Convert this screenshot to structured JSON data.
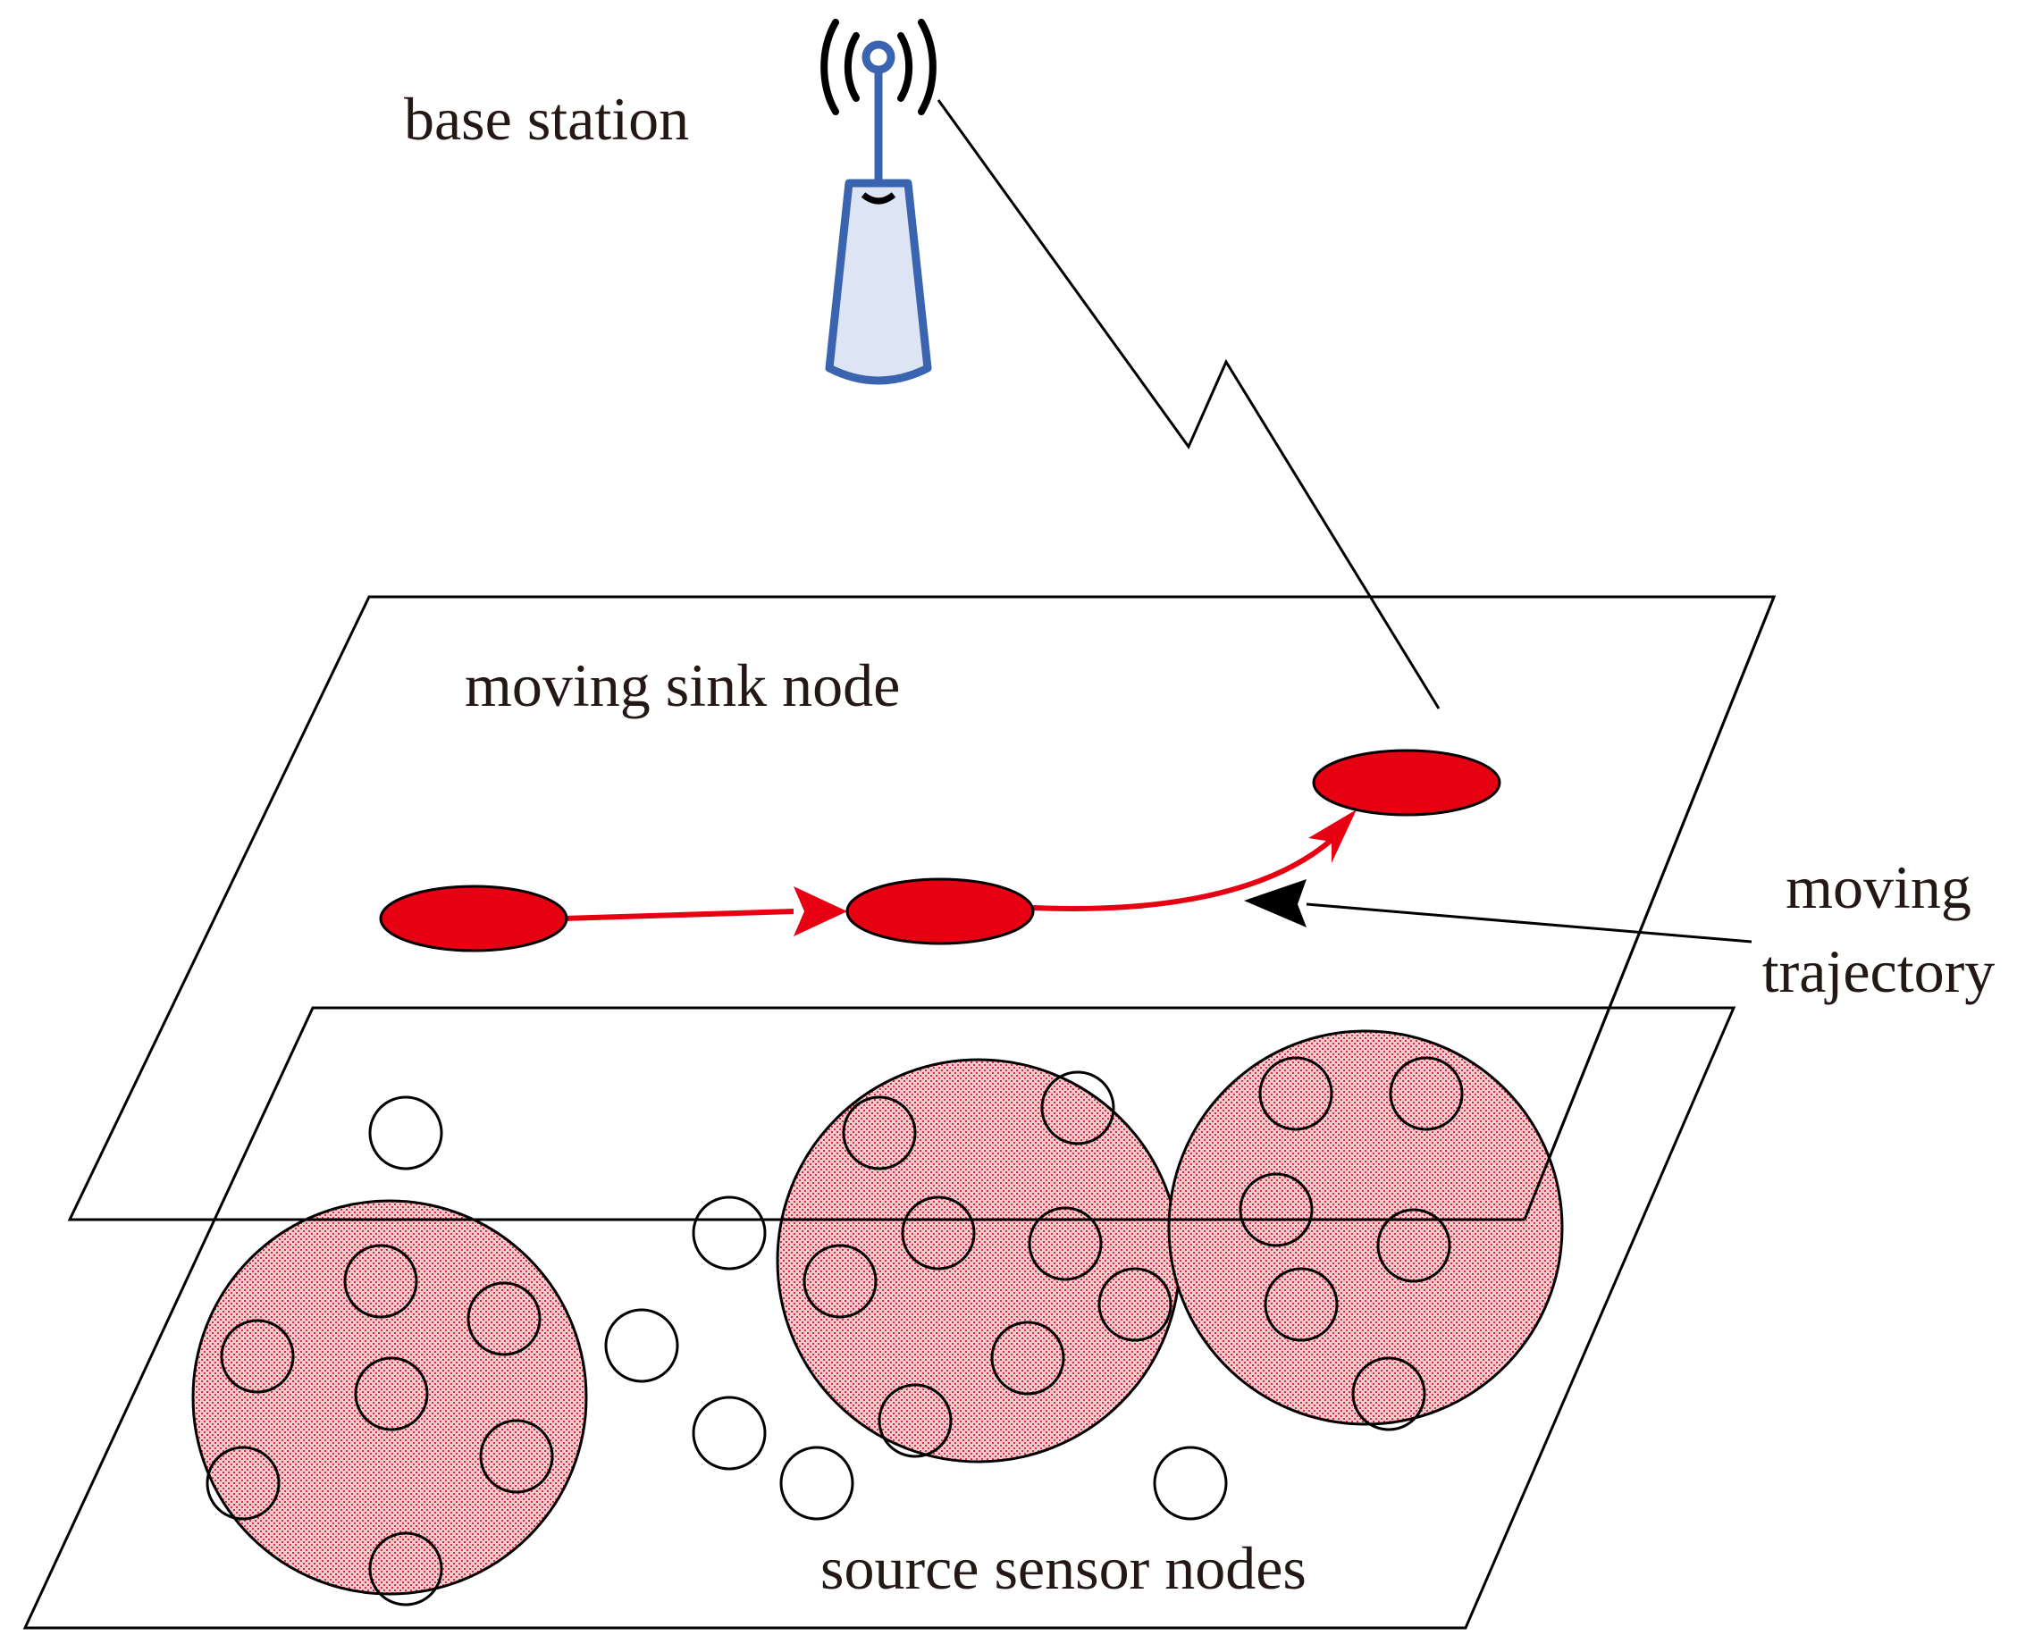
{
  "labels": {
    "base_station": "base station",
    "moving_sink_node": "moving sink node",
    "moving_trajectory_line1": "moving",
    "moving_trajectory_line2": "trajectory",
    "source_sensor_nodes": "source sensor nodes"
  },
  "colors": {
    "sink_fill": "#e60012",
    "trajectory": "#e60012",
    "cluster_fill": "#f2b6bd",
    "cluster_dot": "#d0303f",
    "tower_stroke": "#3a64b0",
    "tower_fill": "#dde4f4",
    "line": "#000000"
  },
  "icons": {
    "base_station": "antenna-tower-icon"
  }
}
